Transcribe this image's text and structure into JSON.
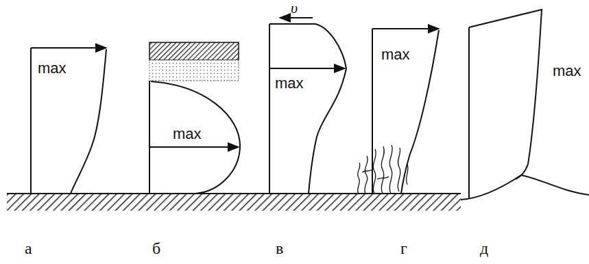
{
  "diagram": {
    "labels": [
      "max",
      "а",
      "max",
      "б",
      "υ",
      "max",
      "в",
      "max",
      "г",
      "max",
      "д"
    ]
  }
}
